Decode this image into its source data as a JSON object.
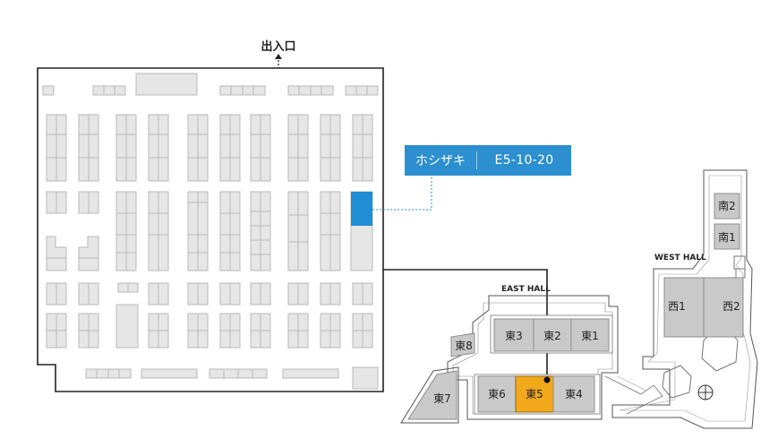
{
  "entrance_label": "出入口",
  "booth": {
    "name": "ホシザキ",
    "code": "E5-10-20",
    "highlight_color": "#1f8ed4"
  },
  "site_map": {
    "east_hall_label": "EAST HALL",
    "west_hall_label": "WEST HALL",
    "halls": {
      "e1": "東1",
      "e2": "東2",
      "e3": "東3",
      "e4": "東4",
      "e5": "東5",
      "e6": "東6",
      "e7": "東7",
      "e8": "東8",
      "w1": "西1",
      "w2": "西2",
      "s1": "南1",
      "s2": "南2"
    },
    "active_hall_color": "#f2a81b"
  }
}
